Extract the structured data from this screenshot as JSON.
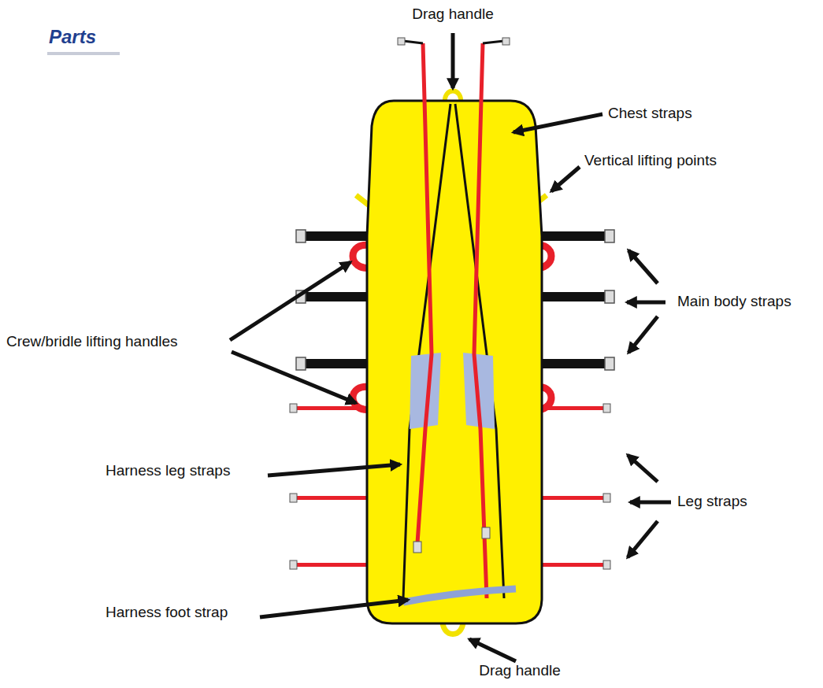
{
  "diagram": {
    "title": "Parts",
    "labels": [
      "Drag handle",
      "Chest straps",
      "Vertical lifting points",
      "Main body straps",
      "Crew/bridle lifting handles",
      "Harness leg straps",
      "Leg straps",
      "Harness foot strap",
      "Drag handle"
    ]
  }
}
